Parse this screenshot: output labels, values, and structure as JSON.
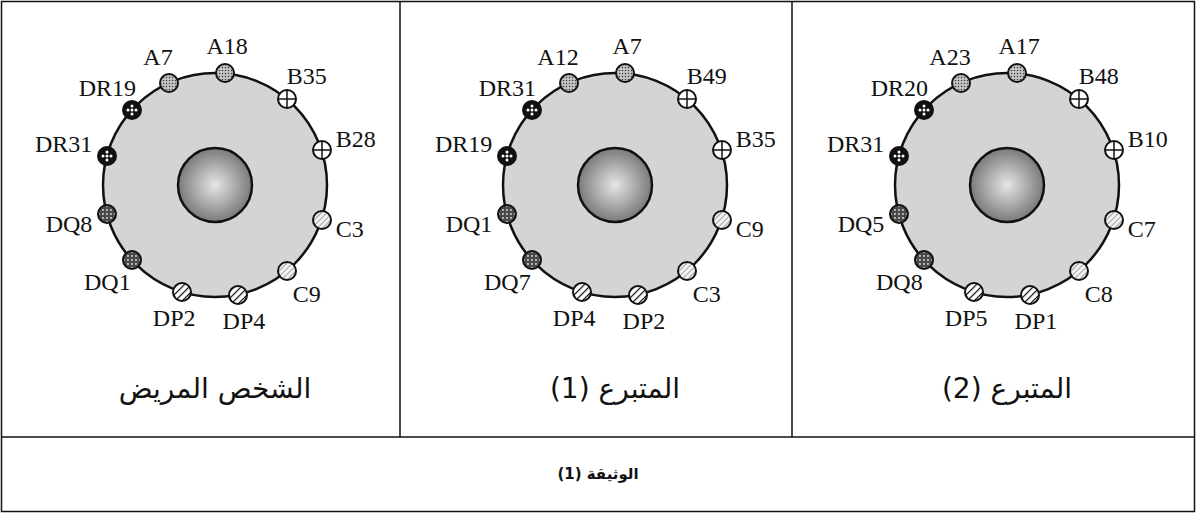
{
  "diagram": {
    "caption": "الوثيقة (1)",
    "nodes": [
      {
        "text": [
          "الشخص المريض"
        ]
      },
      {
        "text": [
          "A7"
        ],
        "in": 0
      },
      {
        "text": [
          "A18"
        ],
        "in": 0
      },
      {
        "text": [
          "B35"
        ],
        "in": 0
      },
      {
        "text": [
          "B28"
        ],
        "in": 0
      },
      {
        "text": [
          "C3"
        ],
        "in": 0
      },
      {
        "text": [
          "C9"
        ],
        "in": 0
      },
      {
        "text": [
          "DP4"
        ],
        "in": 0
      },
      {
        "text": [
          "DP2"
        ],
        "in": 0
      },
      {
        "text": [
          "DQ1"
        ],
        "in": 0
      },
      {
        "text": [
          "DQ8"
        ],
        "in": 0
      },
      {
        "text": [
          "DR31"
        ],
        "in": 0
      },
      {
        "text": [
          "DR19"
        ],
        "in": 0
      },
      {
        "text": [
          "المتبرع (1)"
        ]
      },
      {
        "text": [
          "A12"
        ],
        "in": 13
      },
      {
        "text": [
          "A7"
        ],
        "in": 13
      },
      {
        "text": [
          "B49"
        ],
        "in": 13
      },
      {
        "text": [
          "B35"
        ],
        "in": 13
      },
      {
        "text": [
          "C9"
        ],
        "in": 13
      },
      {
        "text": [
          "C3"
        ],
        "in": 13
      },
      {
        "text": [
          "DP2"
        ],
        "in": 13
      },
      {
        "text": [
          "DP4"
        ],
        "in": 13
      },
      {
        "text": [
          "DQ7"
        ],
        "in": 13
      },
      {
        "text": [
          "DQ1"
        ],
        "in": 13
      },
      {
        "text": [
          "DR19"
        ],
        "in": 13
      },
      {
        "text": [
          "DR31"
        ],
        "in": 13
      },
      {
        "text": [
          "المتبرع (2)"
        ]
      },
      {
        "text": [
          "A23"
        ],
        "in": 26
      },
      {
        "text": [
          "A17"
        ],
        "in": 26
      },
      {
        "text": [
          "B48"
        ],
        "in": 26
      },
      {
        "text": [
          "B10"
        ],
        "in": 26
      },
      {
        "text": [
          "C7"
        ],
        "in": 26
      },
      {
        "text": [
          "C8"
        ],
        "in": 26
      },
      {
        "text": [
          "DP1"
        ],
        "in": 26
      },
      {
        "text": [
          "DP5"
        ],
        "in": 26
      },
      {
        "text": [
          "DQ8"
        ],
        "in": 26
      },
      {
        "text": [
          "DQ5"
        ],
        "in": 26
      },
      {
        "text": [
          "DR31"
        ],
        "in": 26
      },
      {
        "text": [
          "DR20"
        ],
        "in": 26
      }
    ]
  }
}
